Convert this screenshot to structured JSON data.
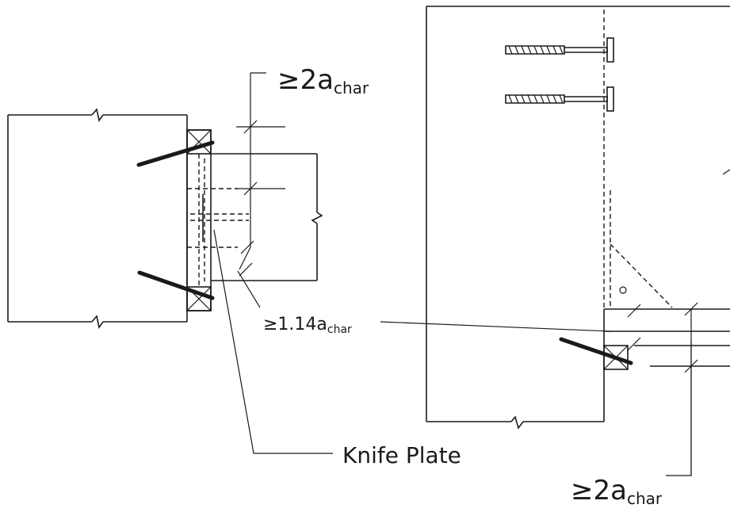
{
  "annotations": {
    "top_left_spacing": {
      "main": "≥2a",
      "sub": "char"
    },
    "mid_spacing": {
      "main": "≥1.14a",
      "sub": "char"
    },
    "knife_plate": "Knife Plate",
    "bottom_right_spacing": {
      "main": "≥2a",
      "sub": "char"
    }
  }
}
